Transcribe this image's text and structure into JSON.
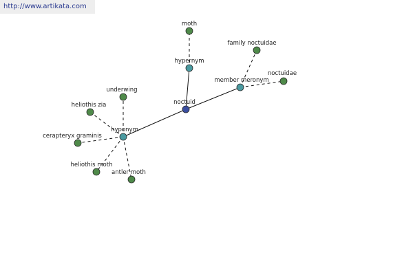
{
  "banner": {
    "url_text": "http://www.artikata.com"
  },
  "graph": {
    "colors": {
      "center_fill": "#3b4ea0",
      "relation_fill": "#4a9aa0",
      "leaf_fill": "#4f8a4a",
      "node_stroke": "#2a2a2a",
      "edge": "#111111"
    },
    "nodes": [
      {
        "id": "noctuid",
        "label": "noctuid",
        "kind": "center"
      },
      {
        "id": "hypernym",
        "label": "hypernym",
        "kind": "relation"
      },
      {
        "id": "member_meronym",
        "label": "member meronym",
        "kind": "relation"
      },
      {
        "id": "hyponym",
        "label": "hyponym",
        "kind": "relation"
      },
      {
        "id": "moth",
        "label": "moth",
        "kind": "leaf"
      },
      {
        "id": "family_noctuidae",
        "label": "family noctuidae",
        "kind": "leaf"
      },
      {
        "id": "noctuidae",
        "label": "noctuidae",
        "kind": "leaf"
      },
      {
        "id": "underwing",
        "label": "underwing",
        "kind": "leaf"
      },
      {
        "id": "heliothis_zia",
        "label": "heliothis zia",
        "kind": "leaf"
      },
      {
        "id": "cerapteryx_graminis",
        "label": "cerapteryx graminis",
        "kind": "leaf"
      },
      {
        "id": "heliothis_moth",
        "label": "heliothis moth",
        "kind": "leaf"
      },
      {
        "id": "antler_moth",
        "label": "antler moth",
        "kind": "leaf"
      }
    ],
    "edges": [
      {
        "from": "noctuid",
        "to": "hypernym",
        "style": "solid"
      },
      {
        "from": "noctuid",
        "to": "member_meronym",
        "style": "solid"
      },
      {
        "from": "noctuid",
        "to": "hyponym",
        "style": "solid"
      },
      {
        "from": "hypernym",
        "to": "moth",
        "style": "dashed"
      },
      {
        "from": "member_meronym",
        "to": "family_noctuidae",
        "style": "dashed"
      },
      {
        "from": "member_meronym",
        "to": "noctuidae",
        "style": "dashed"
      },
      {
        "from": "hyponym",
        "to": "underwing",
        "style": "dashed"
      },
      {
        "from": "hyponym",
        "to": "heliothis_zia",
        "style": "dashed"
      },
      {
        "from": "hyponym",
        "to": "cerapteryx_graminis",
        "style": "dashed"
      },
      {
        "from": "hyponym",
        "to": "heliothis_moth",
        "style": "dashed"
      },
      {
        "from": "hyponym",
        "to": "antler_moth",
        "style": "dashed"
      }
    ]
  }
}
